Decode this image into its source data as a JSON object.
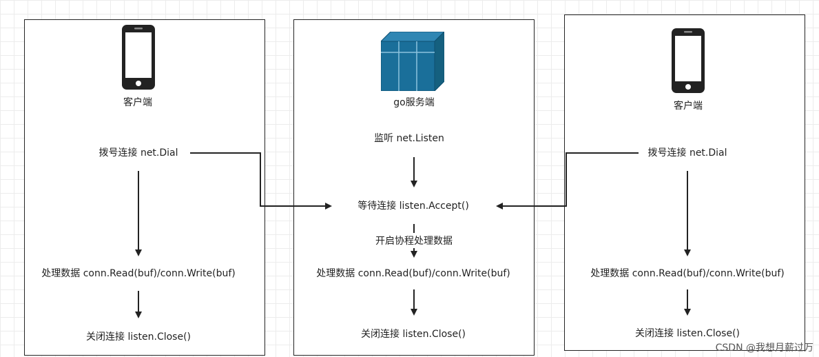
{
  "client_left": {
    "title": "客户端",
    "dial": "拨号连接 net.Dial",
    "process": "处理数据 conn.Read(buf)/conn.Write(buf)",
    "close": "关闭连接 listen.Close()"
  },
  "server": {
    "title": "go服务端",
    "listen": "监听  net.Listen",
    "accept": "等待连接 listen.Accept()",
    "goroutine": "开启协程处理数据",
    "process": "处理数据 conn.Read(buf)/conn.Write(buf)",
    "close": "关闭连接 listen.Close()"
  },
  "client_right": {
    "title": "客户端",
    "dial": "拨号连接 net.Dial",
    "process": "处理数据 conn.Read(buf)/conn.Write(buf)",
    "close": "关闭连接 listen.Close()"
  },
  "watermark": "CSDN @我想月薪过万",
  "colors": {
    "line": "#222222",
    "server_cube": "#1a6f9a",
    "phone": "#222222"
  },
  "icons": {
    "client_left": "smartphone-icon",
    "server": "server-cube-icon",
    "client_right": "smartphone-icon"
  }
}
